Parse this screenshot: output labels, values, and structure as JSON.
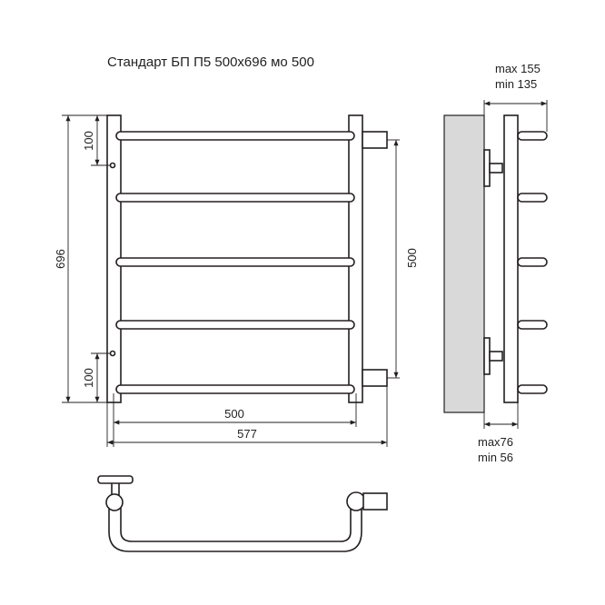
{
  "title": "Стандарт БП П5 500х696 мо 500",
  "front_view": {
    "height_total": "696",
    "top_offset": "100",
    "bottom_offset": "100",
    "axis_distance": "500",
    "width_inner": "500",
    "width_total": "577"
  },
  "side_view": {
    "depth_max": "max 155",
    "depth_min": "min 135",
    "wall_max": "max76",
    "wall_min": "min 56"
  },
  "colors": {
    "line": "#231f20",
    "wall_fill": "#d9d9d9"
  }
}
